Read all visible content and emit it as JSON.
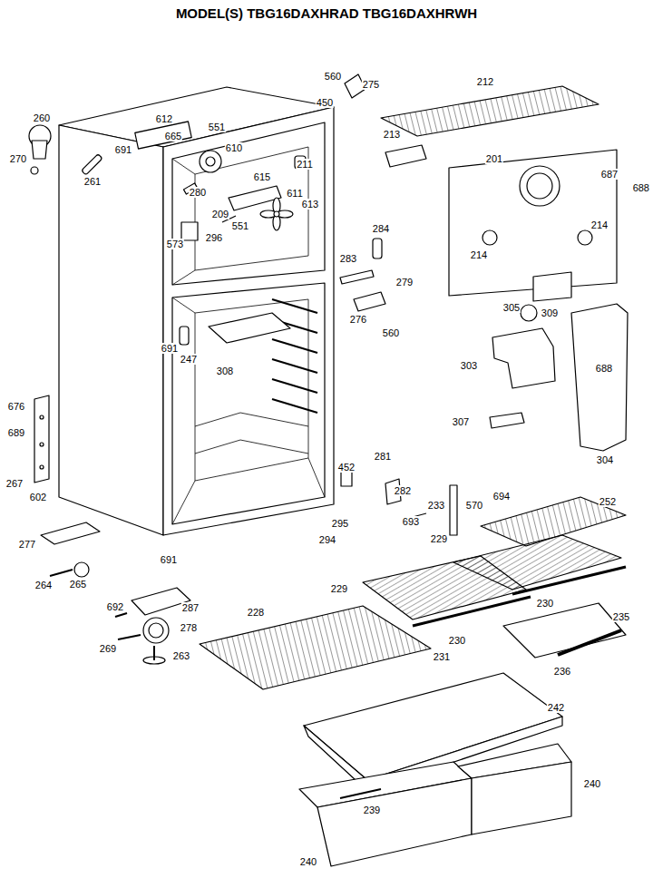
{
  "diagram": {
    "title": "MODEL(S) TBG16DAXHRAD TBG16DAXHRWH",
    "labels": [
      "560",
      "275",
      "212",
      "450",
      "260",
      "612",
      "551",
      "691",
      "610",
      "615",
      "211",
      "270",
      "261",
      "665",
      "213",
      "201",
      "687",
      "688",
      "280",
      "611",
      "613",
      "209",
      "573",
      "296",
      "551",
      "284",
      "214",
      "214",
      "283",
      "279",
      "276",
      "560",
      "309",
      "305",
      "691",
      "247",
      "308",
      "303",
      "688",
      "307",
      "304",
      "676",
      "689",
      "267",
      "452",
      "281",
      "282",
      "233",
      "570",
      "694",
      "252",
      "693",
      "295",
      "294",
      "602",
      "277",
      "229",
      "229",
      "264",
      "265",
      "691",
      "230",
      "230",
      "692",
      "287",
      "269",
      "278",
      "263",
      "228",
      "231",
      "236",
      "235",
      "242",
      "240",
      "239",
      "240"
    ]
  }
}
